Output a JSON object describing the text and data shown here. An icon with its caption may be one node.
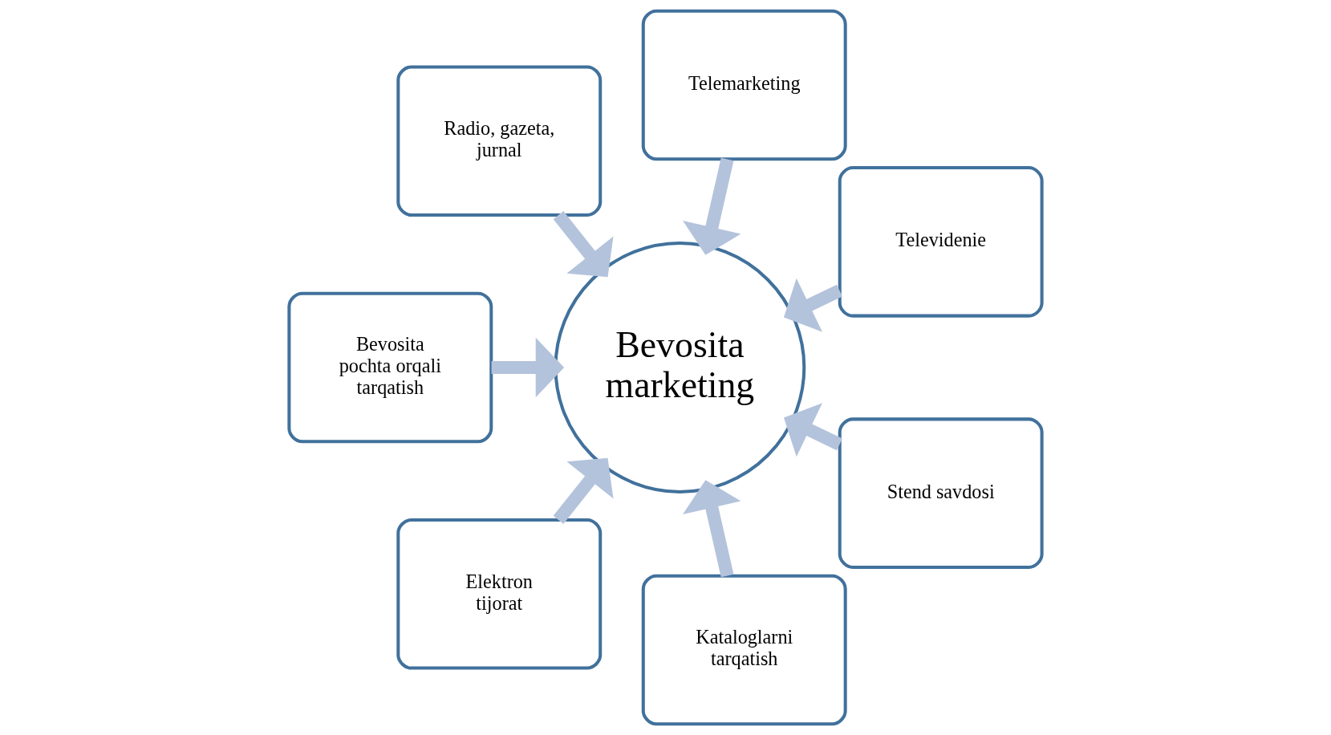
{
  "diagram": {
    "nodes": [
      {
        "text": [
          "Televidenie"
        ]
      },
      {
        "text": [
          "Telemarketing"
        ]
      },
      {
        "text": [
          "Radio, gazeta, jurnal"
        ]
      },
      {
        "text": [
          "Bevosita pochta orqali tarqatish"
        ]
      },
      {
        "text": [
          "Elektron tijorat"
        ]
      },
      {
        "text": [
          "Kataloglarni tarqatish"
        ]
      },
      {
        "text": [
          "Stend savdosi"
        ]
      },
      {
        "text": [
          "Bevosita marketing"
        ]
      }
    ],
    "edges": [
      {
        "from": 0,
        "to": 7,
        "arrow": "to"
      },
      {
        "from": 1,
        "to": 7,
        "arrow": "to"
      },
      {
        "from": 2,
        "to": 7,
        "arrow": "to"
      },
      {
        "from": 3,
        "to": 7,
        "arrow": "to"
      },
      {
        "from": 4,
        "to": 7,
        "arrow": "to"
      },
      {
        "from": 5,
        "to": 7,
        "arrow": "to"
      },
      {
        "from": 6,
        "to": 7,
        "arrow": "to"
      }
    ]
  }
}
